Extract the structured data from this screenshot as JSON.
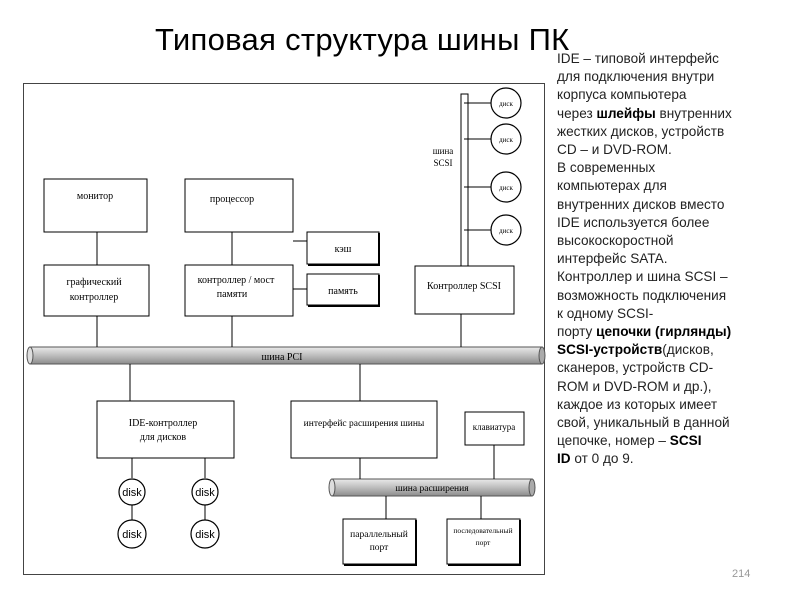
{
  "slide": {
    "title": "Типовая структура шины ПК",
    "page_number": "214"
  },
  "diagram": {
    "boxes": {
      "monitor": "монитор",
      "processor": "процессор",
      "cache": "кэш",
      "memory": "память",
      "graphics_controller": [
        "графический",
        "контроллер"
      ],
      "memory_controller": [
        "контроллер / мост",
        "памяти"
      ],
      "scsi_controller": "Контроллер SCSI",
      "ide_controller": [
        "IDE-контроллер",
        "для дисков"
      ],
      "bus_extension_interface": "интерфейс расширения шины",
      "keyboard": "клавиатура",
      "parallel_port": [
        "параллельный",
        "порт"
      ],
      "serial_port": [
        "последовательный",
        "порт"
      ]
    },
    "buses": {
      "pci": "шина PCI",
      "expansion": "шина расширения",
      "scsi": [
        "шина",
        "SCSI"
      ]
    },
    "scsi_disk_label": "диск",
    "ide_disk_label": "disk"
  },
  "side_text": {
    "p1": [
      "IDE – типовой интерфейс",
      "для подключения внутри",
      "корпуса компьютера"
    ],
    "p1_via": "через ",
    "p1_bold": "шлейфы",
    "p1_rest": " внутренних",
    "p1_tail": [
      "жестких дисков, устройств",
      "CD – и DVD-ROM."
    ],
    "p2": [
      "В современных",
      "компьютерах для",
      "внутренних дисков вместо",
      "IDE используется более",
      "высокоскоростной",
      "интерфейс SATA."
    ],
    "p3": [
      "Контроллер и шина SCSI –",
      "возможность подключения",
      "к одному SCSI-"
    ],
    "p3_port": "порту ",
    "p3_bold1": "цепочки (гирлянды)",
    "p3_bold2": "SCSI-устройств",
    "p3_rest": "(дисков,",
    "p3_tail": [
      "сканеров, устройств CD-",
      "ROM и DVD-ROM и др.),",
      "каждое из которых имеет",
      "свой, уникальный в данной"
    ],
    "p3_chain": "цепочке, номер – ",
    "p3_scsi": "SCSI",
    "p3_id": "ID",
    "p3_end": " от 0 до 9."
  }
}
